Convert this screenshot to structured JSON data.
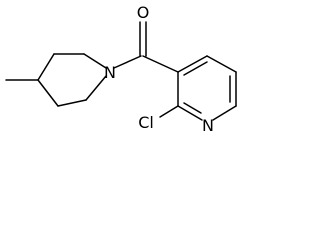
{
  "molecule": {
    "atoms": {
      "oxygen": "O",
      "nitrogen_piperidine": "N",
      "nitrogen_pyridine": "N",
      "chlorine": "Cl"
    }
  },
  "colors": {
    "bond": "#000000",
    "label": "#000000",
    "background": "#ffffff"
  }
}
